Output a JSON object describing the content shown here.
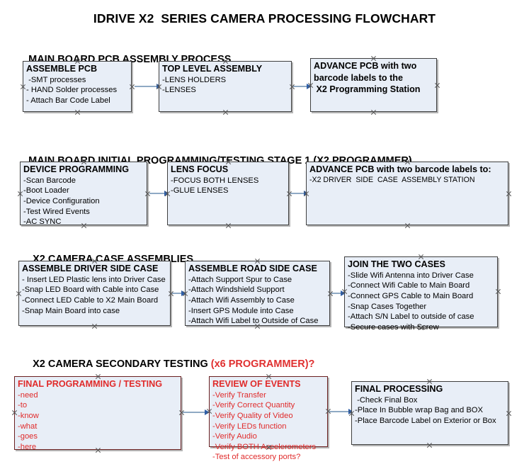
{
  "document": {
    "title": "IDRIVE X2  SERIES CAMERA PROCESSING FLOWCHART"
  },
  "sections": [
    {
      "id": "main-board-pcb-assembly",
      "heading": "MAIN BOARD PCB ASSEMBLY PROCESS",
      "heading_accent": "",
      "boxes": [
        {
          "id": "assemble-pcb",
          "title": "ASSEMBLE PCB",
          "lines": [
            " -SMT processes",
            "- HAND Solder processes",
            "- Attach Bar Code Label"
          ]
        },
        {
          "id": "top-level-assembly",
          "title": "TOP LEVEL ASSEMBLY",
          "lines": [
            "-LENS HOLDERS",
            "-LENSES"
          ]
        },
        {
          "id": "advance-pcb-programming-station",
          "title": "ADVANCE PCB with two",
          "lines": [
            "barcode labels to the",
            " X2 Programming Station"
          ]
        }
      ]
    },
    {
      "id": "main-board-initial-programming",
      "heading": "MAIN BOARD INITIAL PROGRAMMING/TESTING STAGE 1 (X2 PROGRAMMER)",
      "heading_accent": "",
      "boxes": [
        {
          "id": "device-programming",
          "title": "DEVICE PROGRAMMING",
          "lines": [
            "-Scan Barcode",
            "-Boot Loader",
            "-Device Configuration",
            "-Test Wired Events",
            "-AC SYNC"
          ]
        },
        {
          "id": "lens-focus",
          "title": "LENS FOCUS",
          "lines": [
            "-FOCUS BOTH LENSES",
            "-GLUE LENSES"
          ]
        },
        {
          "id": "advance-pcb-driver-side-case",
          "title": "ADVANCE PCB with two barcode labels to:",
          "lines": [
            "-X2 DRIVER  SIDE  CASE  ASSEMBLY STATION"
          ]
        }
      ]
    },
    {
      "id": "x2-camera-case-assemblies",
      "heading": "X2 CAMERA CASE ASSEMBLIES",
      "heading_accent": "",
      "boxes": [
        {
          "id": "assemble-driver-side-case",
          "title": "ASSEMBLE DRIVER SIDE CASE",
          "lines": [
            "- Insert LED Plastic lens into Driver Case",
            "-Snap LED Board with Cable into Case",
            "-Connect LED Cable to X2 Main Board",
            "-Snap Main Board into case"
          ]
        },
        {
          "id": "assemble-road-side-case",
          "title": "ASSEMBLE ROAD SIDE CASE",
          "lines": [
            "-Attach Support Spur to Case",
            "-Attach Windshield Support",
            "-Attach Wifi Assembly to Case",
            "-Insert GPS Module into Case",
            "-Attach Wifi Label to Outside of Case"
          ]
        },
        {
          "id": "join-the-two-cases",
          "title": "JOIN THE TWO CASES",
          "lines": [
            "-Slide Wifi Antenna into Driver Case",
            "-Connect Wifi Cable to Main Board",
            "-Connect GPS Cable to Main Board",
            "-Snap Cases Together",
            "-Attach S/N Label to outside of case",
            "-Secure cases with Screw"
          ]
        }
      ]
    },
    {
      "id": "x2-camera-secondary-testing",
      "heading": "X2 CAMERA SECONDARY TESTING ",
      "heading_accent": "(x6 PROGRAMMER)?",
      "boxes": [
        {
          "id": "final-programming-testing",
          "title": "FINAL PROGRAMMING / TESTING",
          "lines": [
            "-need",
            "-to",
            "-know",
            "-what",
            "-goes",
            "-here"
          ]
        },
        {
          "id": "review-of-events",
          "title": "REVIEW OF EVENTS",
          "lines": [
            "-Verify Transfer",
            "-Verify Correct Quantity",
            "-Verify Quality of Video",
            "-Verify LEDs function",
            "-Verify Audio",
            "-Verify BOTH Accelerometers",
            "-Test of accessory ports?"
          ]
        },
        {
          "id": "final-processing",
          "title": "FINAL PROCESSING",
          "lines": [
            " -Check Final Box",
            "-Place In Bubble wrap Bag and BOX",
            "-Place Barcode Label on Exterior or Box"
          ]
        }
      ]
    }
  ],
  "colors": {
    "box_fill": "#e8eef7",
    "box_border": "#3f3f3f",
    "red_text": "#e02b2b",
    "arrow_shaft": "#8fa9c4",
    "arrow_head": "#2f5fa8",
    "background": "#ffffff"
  }
}
